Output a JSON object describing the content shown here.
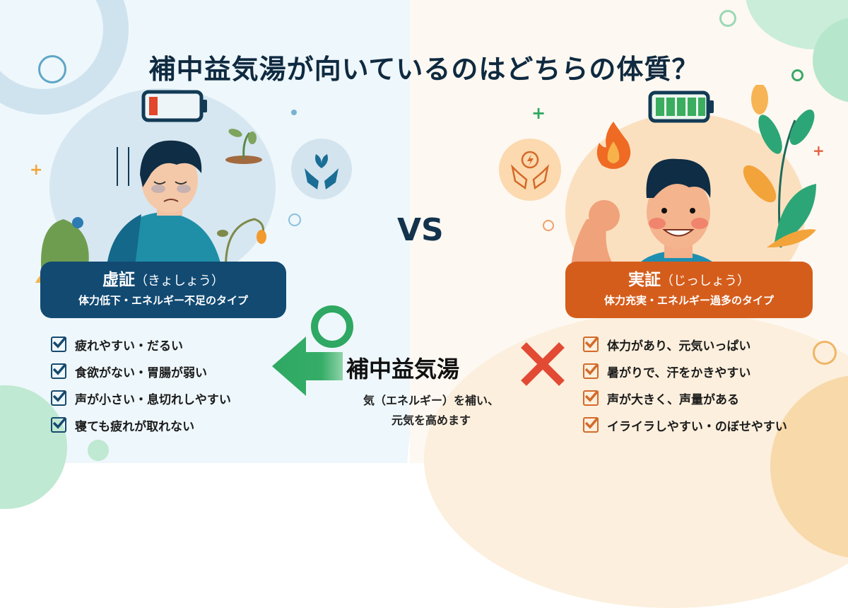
{
  "title": "補中益気湯が向いているのはどちらの体質？",
  "vs_label": "VS",
  "colors": {
    "left_accent": "#0f4c75",
    "right_accent": "#d95f1e",
    "good_mark": "#2ea862",
    "bad_mark": "#e24a34",
    "title_text": "#0f2a40"
  },
  "left": {
    "illustration": "tired-person-low-battery",
    "battery_level": "low",
    "badge": {
      "main": "虚証",
      "reading": "（きょしょう）",
      "sub": "体力低下・エネルギー不足のタイプ"
    },
    "checklist": [
      "疲れやすい・だるい",
      "食欲がない・胃腸が弱い",
      "声が小さい・息切れしやすい",
      "寝ても疲れが取れない"
    ],
    "verdict_icon": "circle-good-icon"
  },
  "right": {
    "illustration": "energetic-person-full-battery",
    "battery_level": "full",
    "badge": {
      "main": "実証",
      "reading": "（じっしょう）",
      "sub": "体力充実・エネルギー過多のタイプ"
    },
    "checklist": [
      "体力があり、元気いっぱい",
      "暑がりで、汗をかきやすい",
      "声が大きく、声量がある",
      "イライラしやすい・のぼせやすい"
    ],
    "verdict_icon": "cross-bad-icon"
  },
  "center": {
    "name": "補中益気湯",
    "description_line1": "気（エネルギー）を補い、",
    "description_line2": "元気を高めます"
  }
}
